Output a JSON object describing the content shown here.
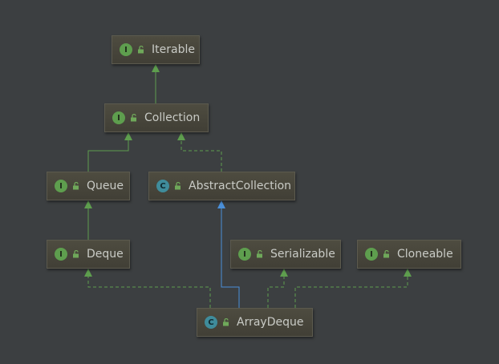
{
  "diagram": {
    "nodes": [
      {
        "id": "iterable",
        "label": "Iterable",
        "kind": "interface"
      },
      {
        "id": "collection",
        "label": "Collection",
        "kind": "interface"
      },
      {
        "id": "queue",
        "label": "Queue",
        "kind": "interface"
      },
      {
        "id": "abstractcollection",
        "label": "AbstractCollection",
        "kind": "class"
      },
      {
        "id": "deque",
        "label": "Deque",
        "kind": "interface"
      },
      {
        "id": "serializable",
        "label": "Serializable",
        "kind": "interface"
      },
      {
        "id": "cloneable",
        "label": "Cloneable",
        "kind": "interface"
      },
      {
        "id": "arraydeque",
        "label": "ArrayDeque",
        "kind": "class"
      }
    ],
    "edges": [
      {
        "from": "collection",
        "to": "iterable",
        "type": "extends"
      },
      {
        "from": "queue",
        "to": "collection",
        "type": "extends"
      },
      {
        "from": "abstractcollection",
        "to": "collection",
        "type": "implements"
      },
      {
        "from": "deque",
        "to": "queue",
        "type": "extends"
      },
      {
        "from": "arraydeque",
        "to": "abstractcollection",
        "type": "class-extends"
      },
      {
        "from": "arraydeque",
        "to": "deque",
        "type": "implements"
      },
      {
        "from": "arraydeque",
        "to": "serializable",
        "type": "implements"
      },
      {
        "from": "arraydeque",
        "to": "cloneable",
        "type": "implements"
      }
    ],
    "kind_badges": {
      "interface": "I",
      "class": "C"
    },
    "colors": {
      "background": "#3c3f41",
      "interface_badge": "#5e9e4e",
      "class_badge": "#3f8c9b",
      "interface_edge": "#5e9e4e",
      "class_edge": "#4a8fd9"
    }
  }
}
